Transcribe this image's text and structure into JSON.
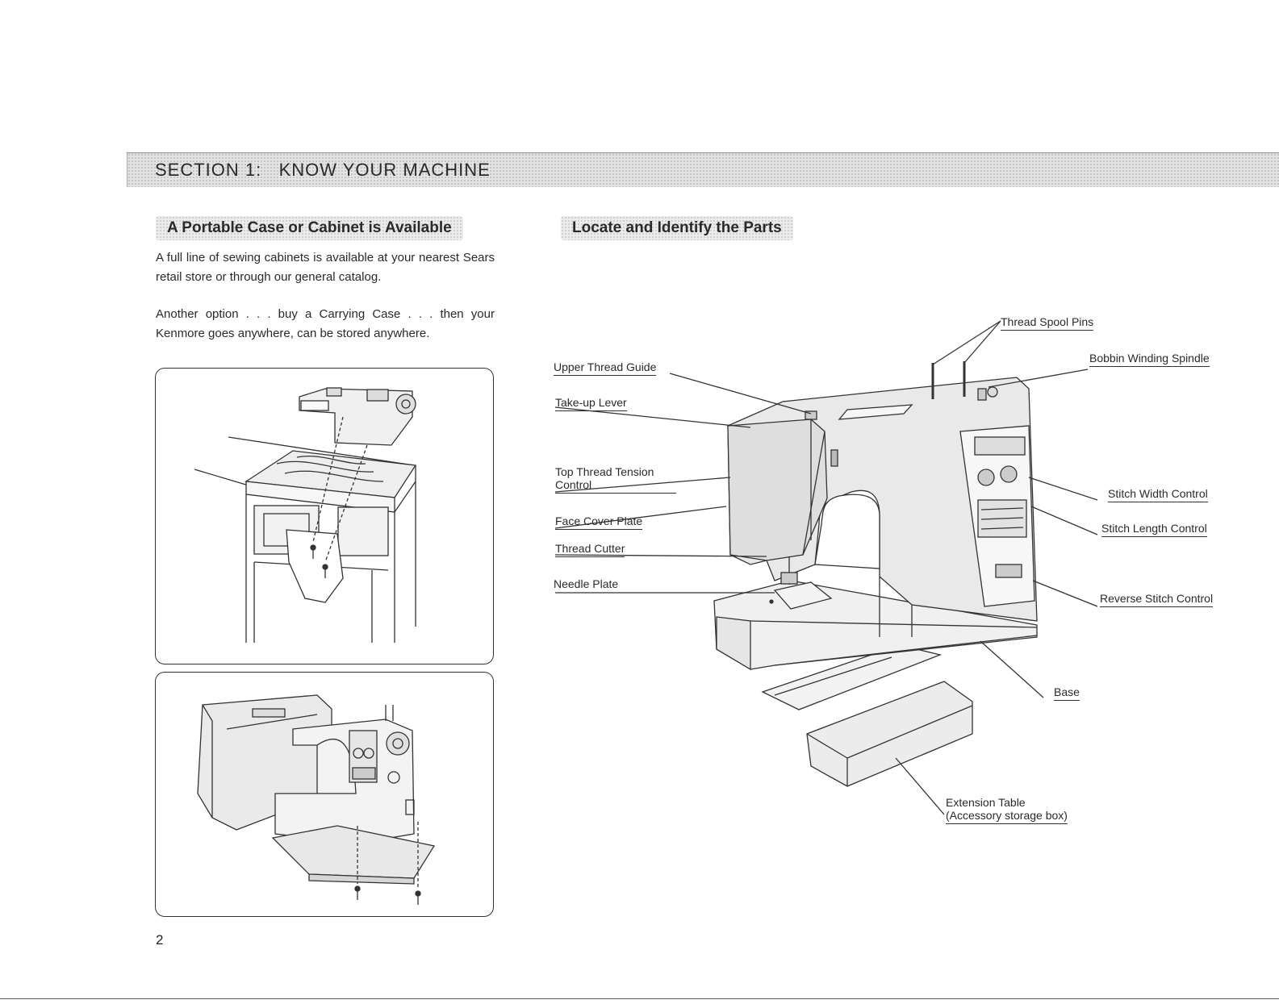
{
  "section_banner": "SECTION 1:   KNOW YOUR MACHINE",
  "left": {
    "heading": "A Portable Case or Cabinet is Available",
    "paragraph1": "A full line of sewing cabinets is available at your nearest Sears retail store or through our general catalog.",
    "paragraph2": "Another option . . . buy a Carrying Case . . . then your Kenmore goes anywhere, can be stored anywhere."
  },
  "right": {
    "heading": "Locate and Identify the Parts",
    "labels": {
      "thread_spool_pins": "Thread Spool Pins",
      "bobbin_winding_spindle": "Bobbin Winding Spindle",
      "upper_thread_guide": "Upper Thread Guide",
      "take_up_lever": "Take-up Lever",
      "top_thread_tension_control": "Top Thread Tension Control",
      "face_cover_plate": "Face Cover Plate",
      "thread_cutter": "Thread Cutter",
      "needle_plate": "Needle Plate",
      "stitch_width_control": "Stitch Width Control",
      "stitch_length_control": "Stitch Length Control",
      "reverse_stitch_control": "Reverse Stitch Control",
      "base": "Base",
      "extension_table_line1": "Extension Table",
      "extension_table_line2": "(Accessory storage box)"
    }
  },
  "page_number": "2"
}
